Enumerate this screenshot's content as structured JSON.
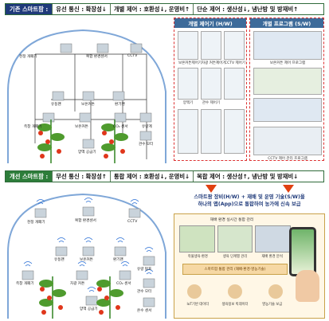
{
  "colors": {
    "banner1_label": "#1f3a7a",
    "banner2_label": "#2d7d3a",
    "accent_red": "#e04010",
    "wire": "#333333",
    "greenhouse": "#7fa7d8",
    "wifi_icon": "#2a6fd6"
  },
  "banner_top": {
    "label": "기존 스마트팜 :",
    "segments": [
      "유선 통신 : 확장성↓",
      "개별 제어 : 호환성↓, 운영비↑",
      "단순 제어 : 생산성↓, 냉난방 및 방재비↑"
    ]
  },
  "banner_bottom": {
    "label": "개선 스마트팜 :",
    "segments": [
      "무선 통신 : 확장성↑",
      "통합 제어 : 호환성↓, 운영비↓",
      "복합 제어 : 생산성↑, 냉난방 및 방재비↓"
    ]
  },
  "panel_hw": {
    "title": "개별 제어기 (H/W)",
    "items": [
      "보온커튼제어기",
      "차광 커튼제어기",
      "CCTV 제어기",
      "양액기",
      "관수 제어기",
      "",
      "",
      "",
      ""
    ]
  },
  "panel_sw": {
    "title": "개별 프로그램 (S/W)",
    "items": [
      "보온커튼 제어 프로그램",
      "",
      "",
      "CCTV 제어 관리 프로그램"
    ]
  },
  "wired_nodes": {
    "top": [
      "천정 개폐기",
      "복합 환경센서",
      "CCTV"
    ],
    "middle": [
      "유동팬",
      "보온커튼",
      "환기팬"
    ],
    "lower_left": [
      "측창 개폐기",
      "보온커튼",
      "CO₂ 센서"
    ],
    "right": [
      "유량계",
      "관수 모터"
    ],
    "bottom": [
      "양액 공급기"
    ]
  },
  "wireless_nodes": {
    "top": [
      "천정 개폐기",
      "복합 환경센서",
      "CCTV"
    ],
    "middle": [
      "유동팬",
      "보온커튼",
      "환기팬"
    ],
    "lower": [
      "측창 개폐기",
      "차광 커튼",
      "CO₂ 센서"
    ],
    "right": [
      "유량 펌프",
      "관수 모터",
      "온수 센서"
    ],
    "bottom": [
      "양액 공급기"
    ]
  },
  "app_headline": {
    "line1": "스마트팜 장비(H/W) + 재배 및 운영 기술(S/W)을",
    "line2": "하나의 앱(App)으로 통합하여 농가에 신속 보급"
  },
  "app_diagram": {
    "title": "재배 환경 실시간 통합 관리",
    "row1": [
      "작물생육·환경",
      "생육 단계별 관리",
      "재배 환경 분석"
    ],
    "middle": "스마트팜 통합 관리 (재배·환경·영농기술)",
    "bottom": [
      "IoT기반 데이터",
      "생육정보 빅데이터",
      "영농기술 보급"
    ]
  }
}
